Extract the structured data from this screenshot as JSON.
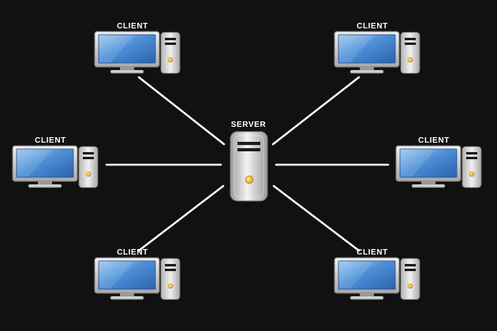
{
  "diagram": {
    "server": {
      "label": "SERVER",
      "icon": "server-tower-icon"
    },
    "clients": [
      {
        "label": "CLIENT",
        "icon": "desktop-computer-icon"
      },
      {
        "label": "CLIENT",
        "icon": "desktop-computer-icon"
      },
      {
        "label": "CLIENT",
        "icon": "desktop-computer-icon"
      },
      {
        "label": "CLIENT",
        "icon": "desktop-computer-icon"
      },
      {
        "label": "CLIENT",
        "icon": "desktop-computer-icon"
      },
      {
        "label": "CLIENT",
        "icon": "desktop-computer-icon"
      }
    ],
    "connections": [
      {
        "from": "server",
        "to": "client-1"
      },
      {
        "from": "server",
        "to": "client-2"
      },
      {
        "from": "server",
        "to": "client-3"
      },
      {
        "from": "server",
        "to": "client-4"
      },
      {
        "from": "server",
        "to": "client-5"
      },
      {
        "from": "server",
        "to": "client-6"
      }
    ],
    "colors": {
      "background": "#111111",
      "line": "#ffffff",
      "screen": "#4d8fd8",
      "case": "#d8d8d8",
      "power_light": "#f2c230"
    }
  }
}
